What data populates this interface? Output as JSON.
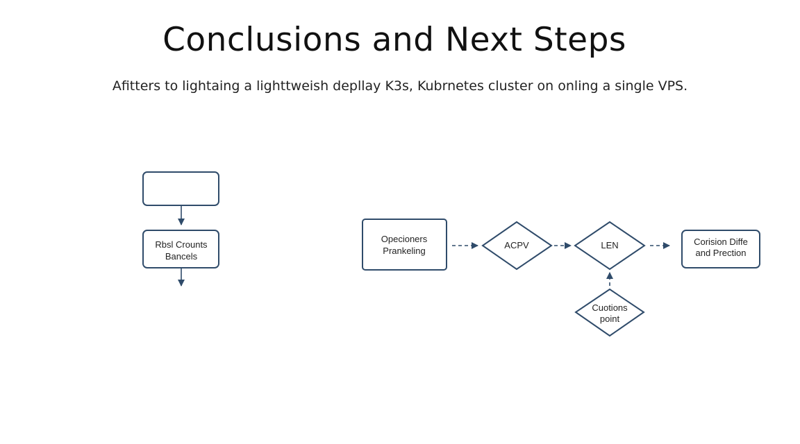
{
  "header": {
    "title": "Conclusions and Next Steps",
    "subtitle": "Afitters to lightaing a lighttweish depllay K3s, Kubrnetes cluster on onling a single VPS."
  },
  "diagram": {
    "accent_color": "#2f4b6a",
    "nodes": {
      "top_box": {
        "lines": []
      },
      "left_box": {
        "lines": [
          "Rbsl Crounts",
          "Bancels"
        ]
      },
      "start_box": {
        "lines": [
          "Opecioners",
          "Prankeling"
        ]
      },
      "acpv": {
        "lines": [
          "ACPV"
        ]
      },
      "len": {
        "lines": [
          "LEN"
        ]
      },
      "end_box": {
        "lines": [
          "Corision Diffe",
          "and Prection"
        ]
      },
      "bottom_diamond": {
        "lines": [
          "Cuotions",
          "point"
        ]
      }
    },
    "edges": [
      {
        "from": "top_box",
        "to": "left_box",
        "style": "solid"
      },
      {
        "from": "left_box",
        "to": "below",
        "style": "solid"
      },
      {
        "from": "start_box",
        "to": "acpv",
        "style": "dashed"
      },
      {
        "from": "acpv",
        "to": "len",
        "style": "dashed"
      },
      {
        "from": "len",
        "to": "end_box",
        "style": "dashed"
      },
      {
        "from": "bottom_diamond",
        "to": "len",
        "style": "dashed"
      }
    ]
  }
}
